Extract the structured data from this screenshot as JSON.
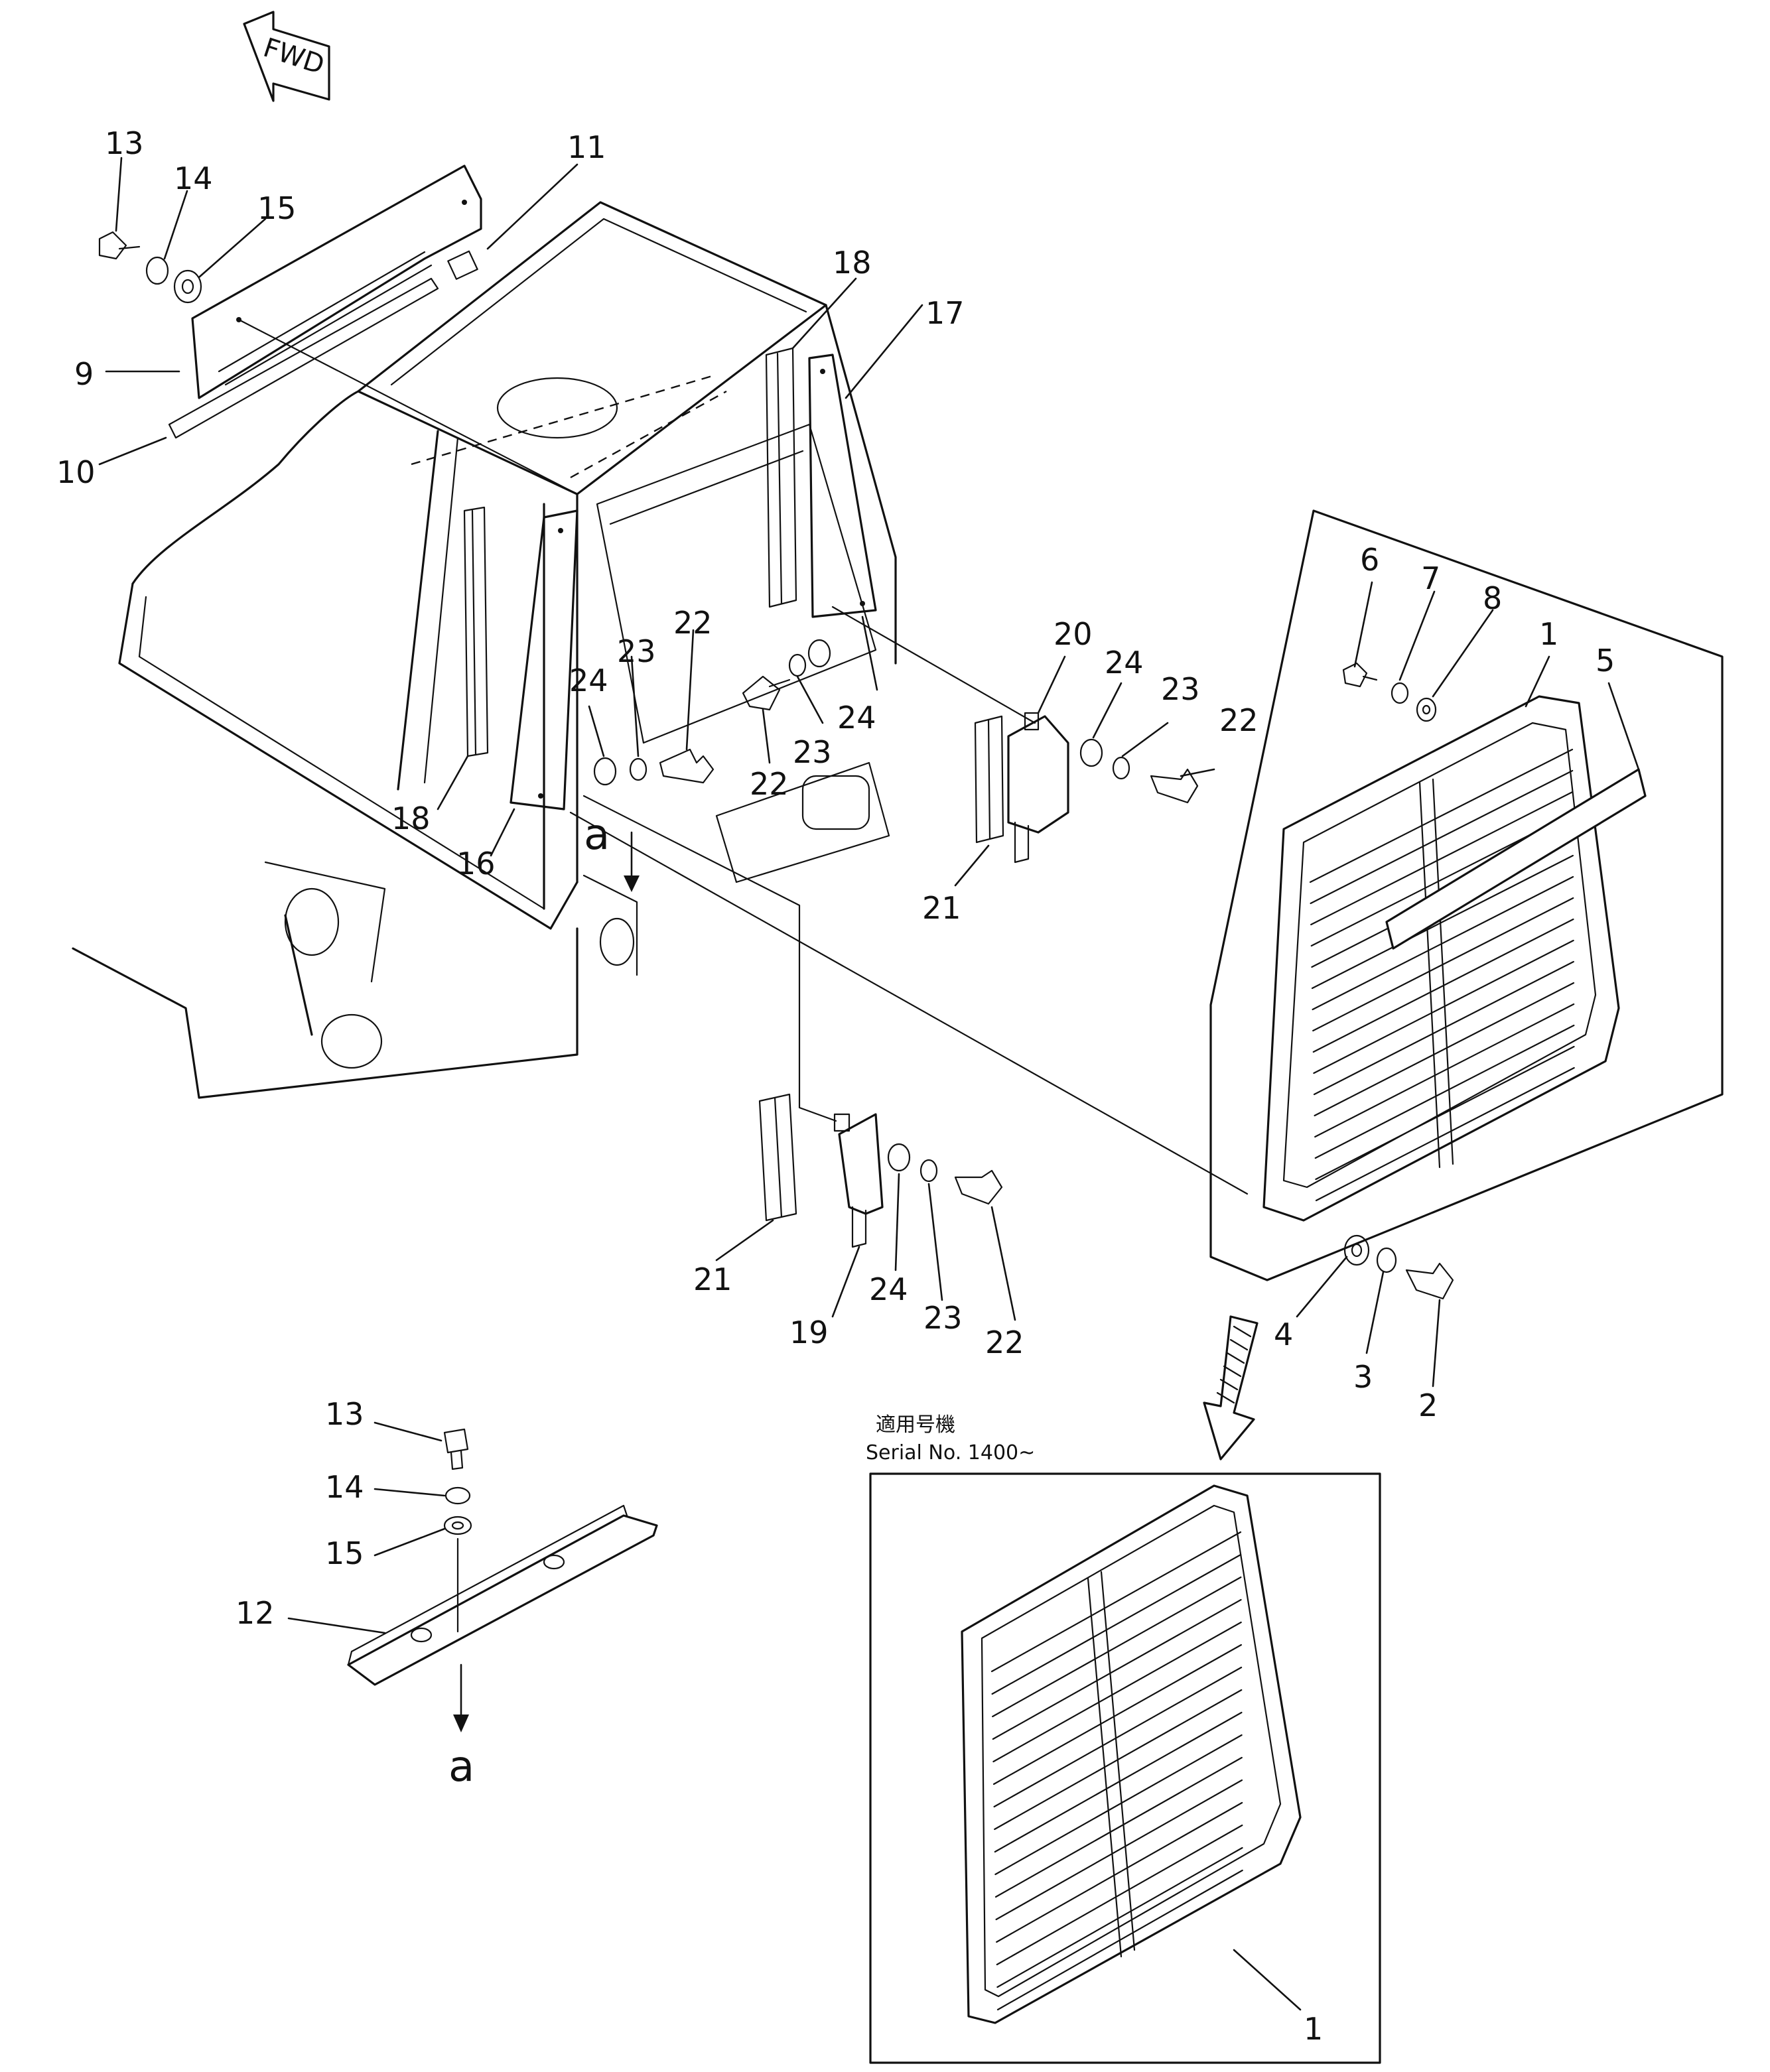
{
  "direction_arrow": {
    "label": "FWD"
  },
  "view_marker": {
    "label": "a"
  },
  "serial_note": {
    "jp": "適用号機",
    "serial": "Serial No. 1400~"
  },
  "callouts": {
    "c1": "1",
    "c2": "2",
    "c3": "3",
    "c4": "4",
    "c5": "5",
    "c6": "6",
    "c7": "7",
    "c8": "8",
    "c9": "9",
    "c10": "10",
    "c11": "11",
    "c12": "12",
    "c13": "13",
    "c14": "14",
    "c15": "15",
    "c16": "16",
    "c17": "17",
    "c18": "18",
    "c19": "19",
    "c20": "20",
    "c21": "21",
    "c22": "22",
    "c23": "23",
    "c24": "24"
  }
}
